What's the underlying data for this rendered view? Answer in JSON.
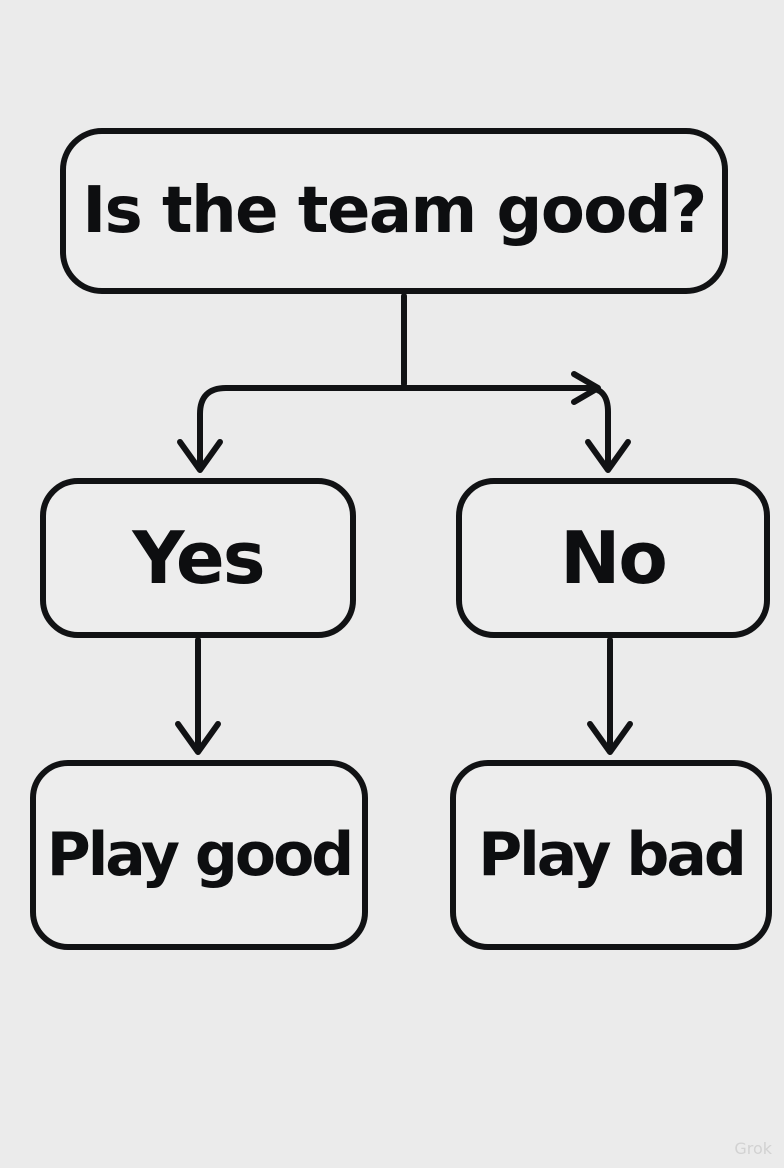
{
  "diagram": {
    "question": "Is the team good?",
    "yes": "Yes",
    "no": "No",
    "yes_result": "Play good",
    "no_result": "Play bad"
  },
  "watermark": "Grok",
  "colors": {
    "background": "#ebebeb",
    "stroke": "#111214",
    "text": "#0d0e10"
  }
}
